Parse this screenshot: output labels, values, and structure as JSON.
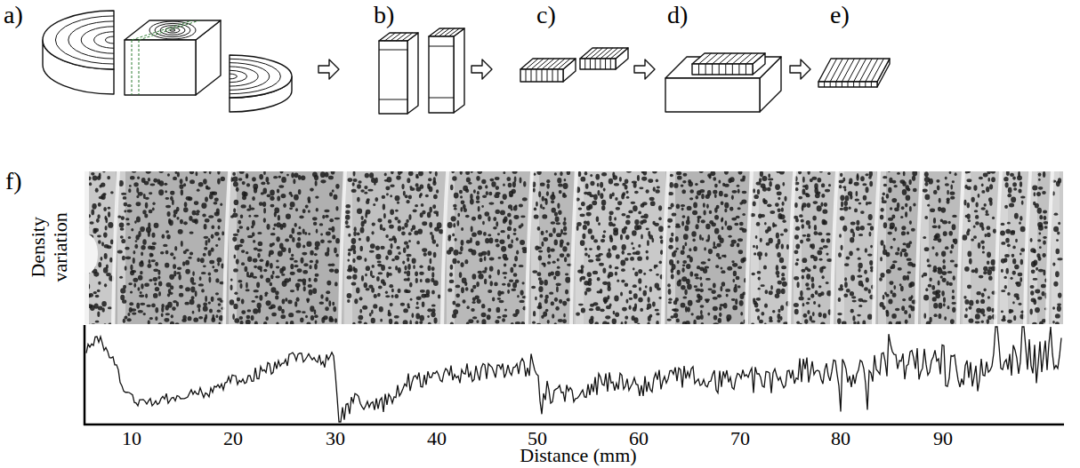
{
  "diagram": {
    "labels": [
      "a)",
      "b)",
      "c)",
      "d)",
      "e)",
      "f)",
      "Density variation",
      "10",
      "20",
      "30",
      "40",
      "50",
      "60",
      "70",
      "80",
      "90",
      "Distance (mm)"
    ]
  }
}
